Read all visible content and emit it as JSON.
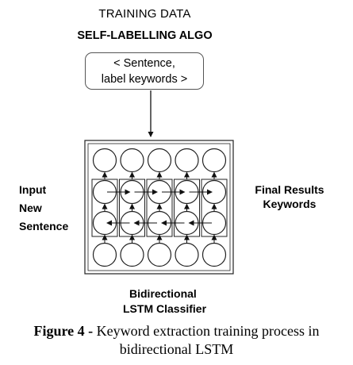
{
  "header": {
    "training_data": "TRAINING DATA",
    "algo": "SELF-LABELLING ALGO"
  },
  "input_box": {
    "line1": "< Sentence,",
    "line2": "label keywords >"
  },
  "left_label": {
    "line1": "Input",
    "line2": "New Sentence"
  },
  "right_label": {
    "line1": "Final Results",
    "line2": "Keywords"
  },
  "classifier_label": {
    "line1": "Bidirectional",
    "line2": "LSTM Classifier"
  },
  "caption": {
    "label": "Figure 4 -",
    "text": " Keyword extraction training process in",
    "text2": "bidirectional LSTM"
  },
  "network": {
    "columns": 5,
    "layers": [
      "output",
      "forward",
      "backward",
      "input"
    ],
    "stroke_color": "#222222"
  }
}
